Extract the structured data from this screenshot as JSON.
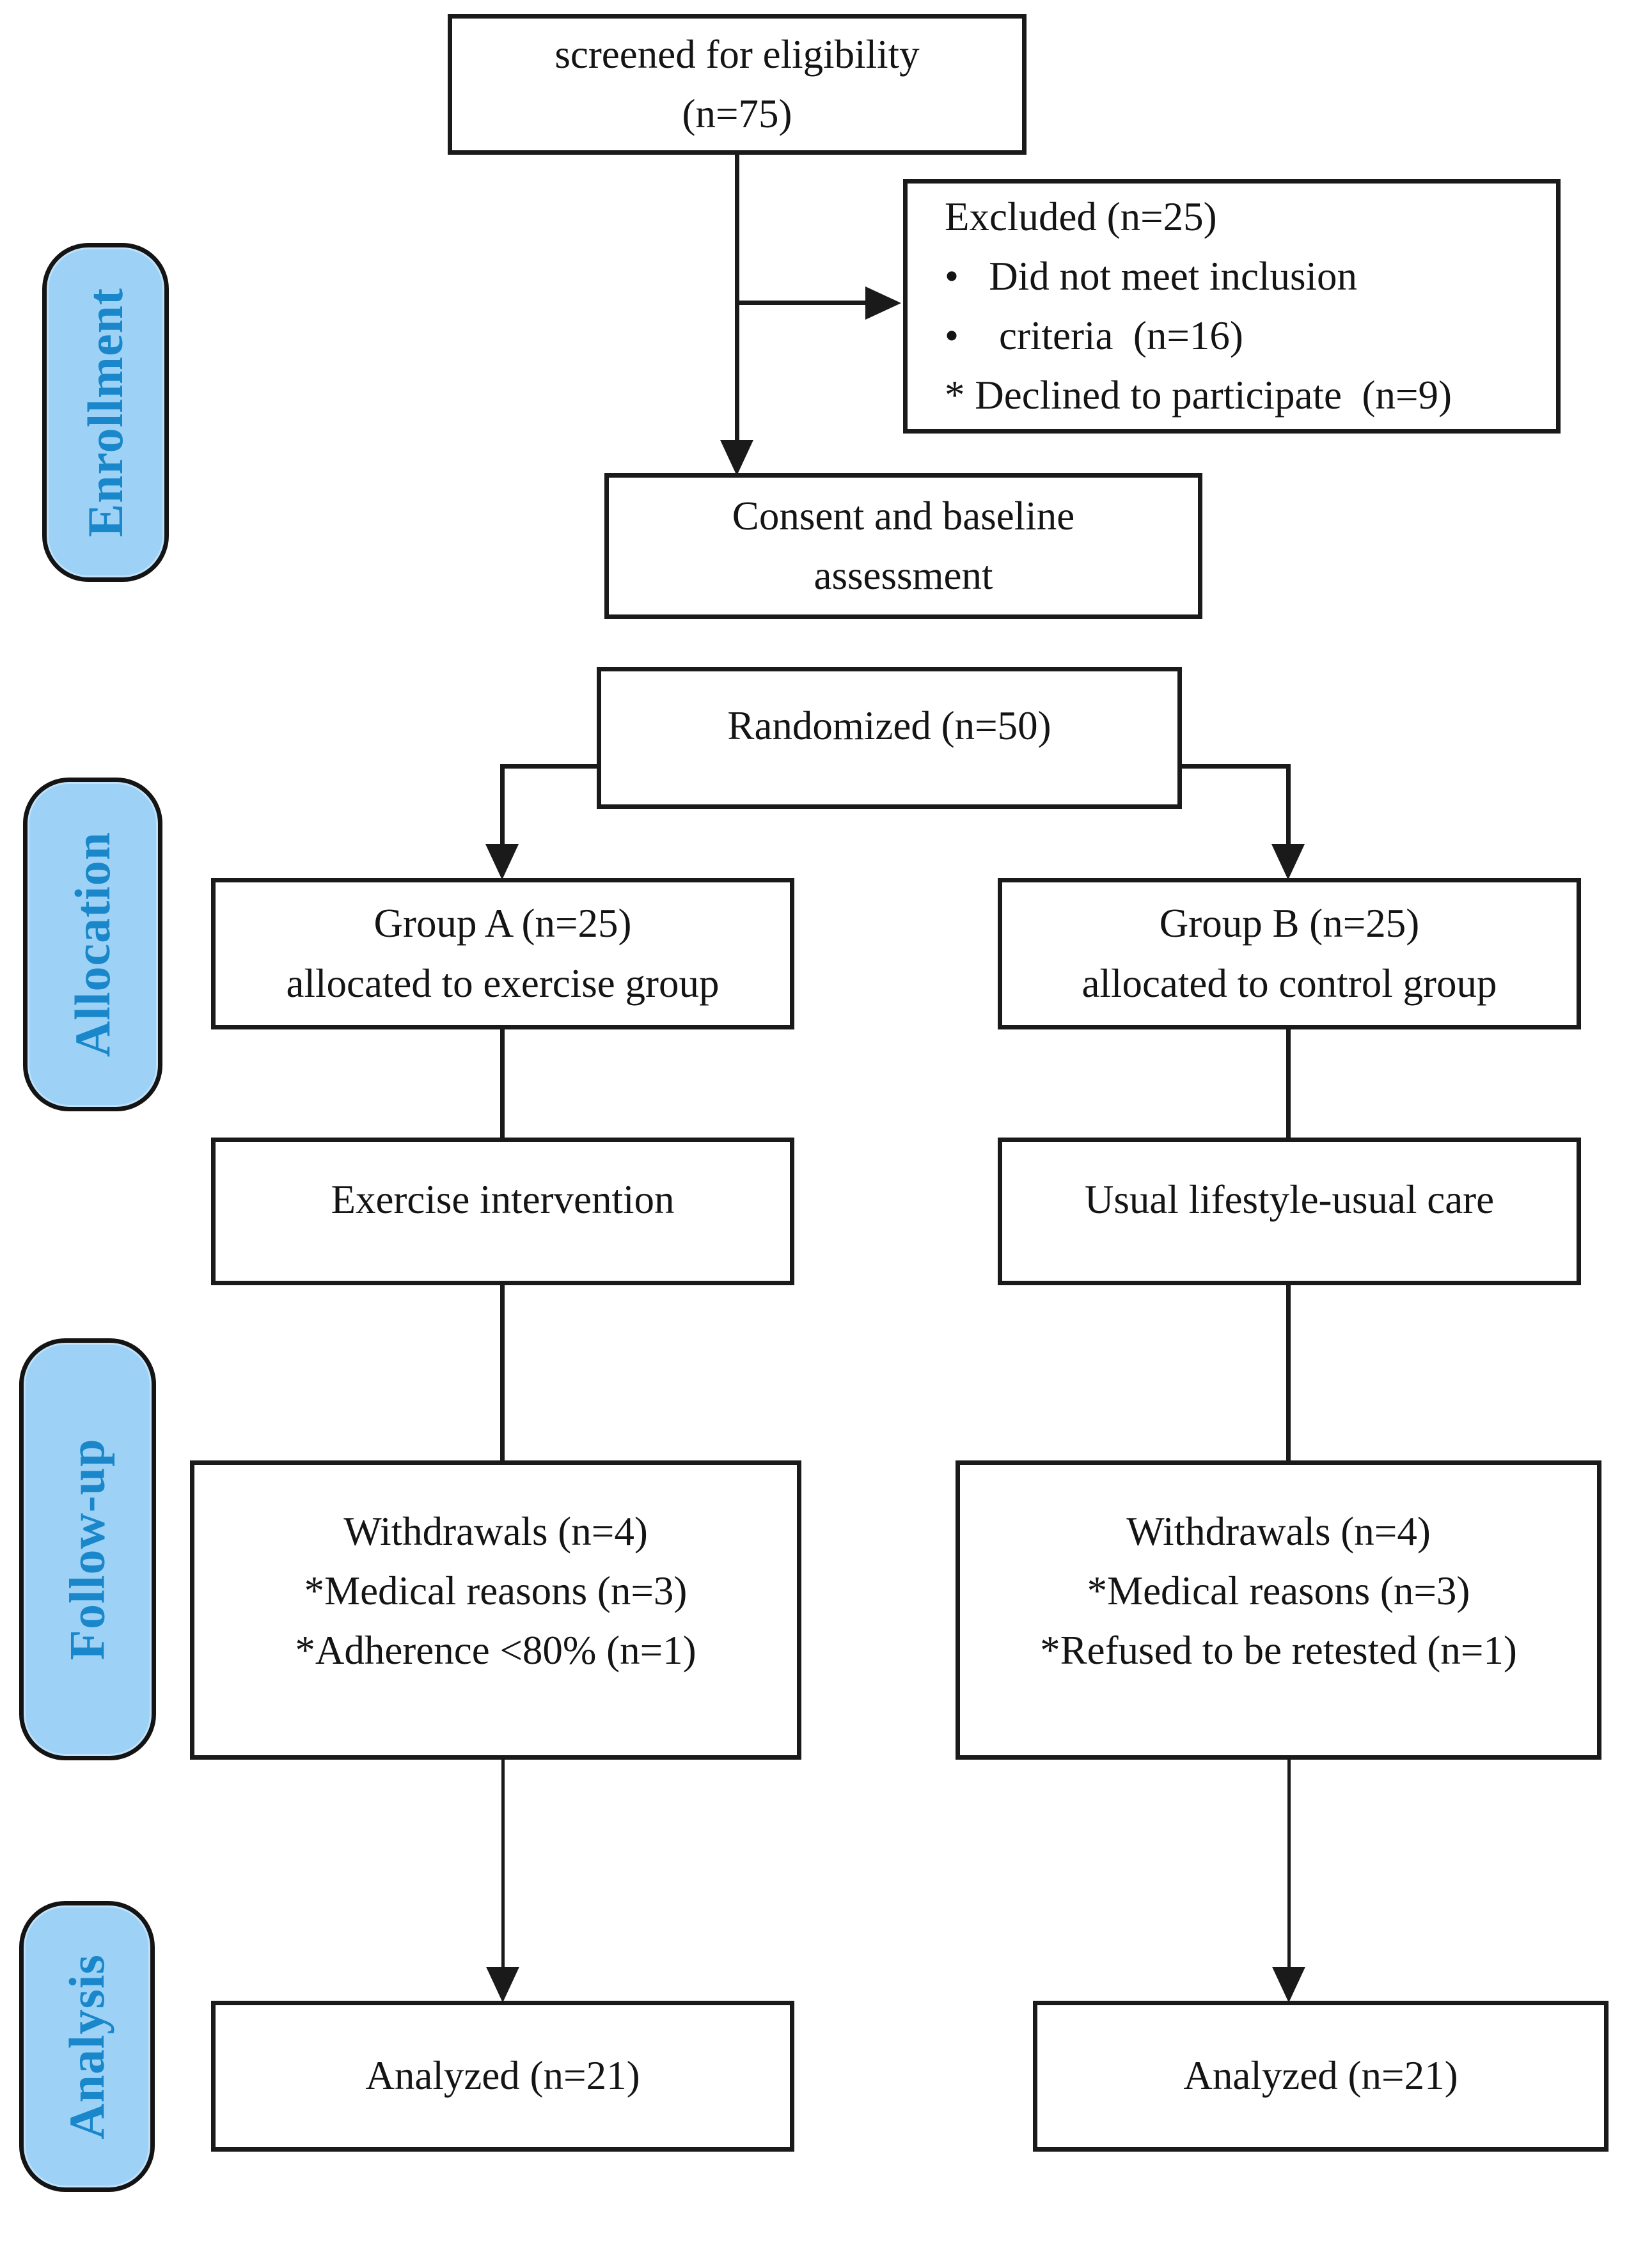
{
  "diagram_title": "CONSORT participant flow diagram",
  "colors": {
    "background": "#ffffff",
    "box_border": "#1a1a1a",
    "box_text": "#141414",
    "connector": "#1a1a1a",
    "stage_fill": "#9dd2f6",
    "stage_text": "#1987c9",
    "stage_border": "#141414"
  },
  "stages": [
    {
      "label": "Enrollment"
    },
    {
      "label": "Allocation"
    },
    {
      "label": "Follow-up"
    },
    {
      "label": "Analysis"
    }
  ],
  "boxes": {
    "screened": {
      "lines": [
        "screened for eligibility",
        "(n=75)"
      ]
    },
    "excluded": {
      "lines": [
        "Excluded (n=25)",
        "•   Did not meet inclusion",
        "•    criteria  (n=16)",
        "* Declined to participate  (n=9)"
      ]
    },
    "consent": {
      "lines": [
        "Consent and baseline",
        "assessment"
      ]
    },
    "randomized": {
      "lines": [
        "Randomized (n=50)"
      ]
    },
    "group_a": {
      "lines": [
        "Group A (n=25)",
        "allocated to exercise group"
      ]
    },
    "group_b": {
      "lines": [
        "Group B (n=25)",
        "allocated to control group"
      ]
    },
    "exercise": {
      "lines": [
        "Exercise intervention"
      ]
    },
    "usual": {
      "lines": [
        "Usual lifestyle-usual care"
      ]
    },
    "withdraw_a": {
      "lines": [
        "Withdrawals (n=4)",
        "*Medical reasons (n=3)",
        "*Adherence <80% (n=1)"
      ]
    },
    "withdraw_b": {
      "lines": [
        "Withdrawals (n=4)",
        "*Medical reasons (n=3)",
        "*Refused to be retested (n=1)"
      ]
    },
    "analyzed_a": {
      "lines": [
        "Analyzed (n=21)"
      ]
    },
    "analyzed_b": {
      "lines": [
        "Analyzed (n=21)"
      ]
    }
  }
}
